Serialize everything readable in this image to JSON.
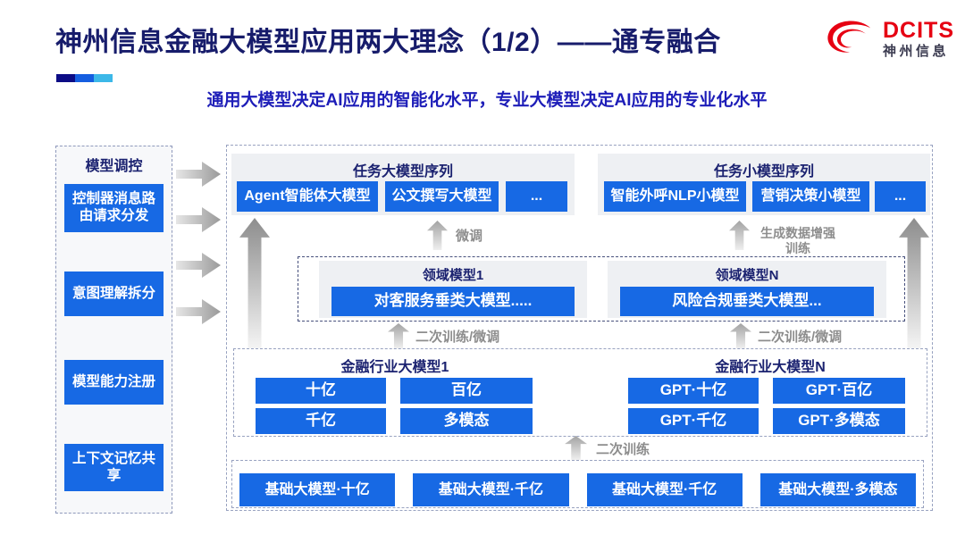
{
  "slide": {
    "title": "神州信息金融大模型应用两大理念（1/2）——通专融合",
    "subtitle": "通用大模型决定AI应用的智能化水平，专业大模型决定AI应用的专业化水平"
  },
  "logo": {
    "brand": "DCITS",
    "brand_cn": "神州信息"
  },
  "sidebar": {
    "title": "模型调控",
    "items": [
      {
        "label": "控制器消息路由请求分发"
      },
      {
        "label": "意图理解拆分"
      },
      {
        "label": "模型能力注册"
      },
      {
        "label": "上下文记忆共享"
      }
    ]
  },
  "task_large": {
    "title": "任务大模型序列",
    "items": [
      {
        "label": "Agent智能体大模型"
      },
      {
        "label": "公文撰写大模型"
      },
      {
        "label": "..."
      }
    ]
  },
  "task_small": {
    "title": "任务小模型序列",
    "items": [
      {
        "label": "智能外呼NLP小模型"
      },
      {
        "label": "营销决策小模型"
      },
      {
        "label": "..."
      }
    ]
  },
  "domain": {
    "group1": {
      "title": "领域模型1",
      "item": "对客服务垂类大模型....."
    },
    "groupN": {
      "title": "领域模型N",
      "item": "风险合规垂类大模型..."
    }
  },
  "industry": {
    "group1": {
      "title": "金融行业大模型1",
      "items": [
        {
          "label": "十亿"
        },
        {
          "label": "百亿"
        },
        {
          "label": "千亿"
        },
        {
          "label": "多模态"
        }
      ]
    },
    "groupN": {
      "title": "金融行业大模型N",
      "items": [
        {
          "label": "GPT·十亿"
        },
        {
          "label": "GPT·百亿"
        },
        {
          "label": "GPT·千亿"
        },
        {
          "label": "GPT·多模态"
        }
      ]
    }
  },
  "base": {
    "items": [
      {
        "label": "基础大模型·十亿"
      },
      {
        "label": "基础大模型·千亿"
      },
      {
        "label": "基础大模型·千亿"
      },
      {
        "label": "基础大模型·多模态"
      }
    ]
  },
  "labels": {
    "fine_tune": "微调",
    "gen_data_line1": "生成数据增强",
    "gen_data_line2": "训练",
    "retrain_ft_left": "二次训练/微调",
    "retrain_ft_right": "二次训练/微调",
    "retrain": "二次训练"
  },
  "colors": {
    "accent_blue": "#1769e4",
    "title_navy": "#171c6b",
    "subtitle_blue": "#1d1db8",
    "logo_red": "#e60012",
    "accent_bar": [
      "#0c0c85",
      "#155ee0",
      "#3cb8e8"
    ]
  }
}
